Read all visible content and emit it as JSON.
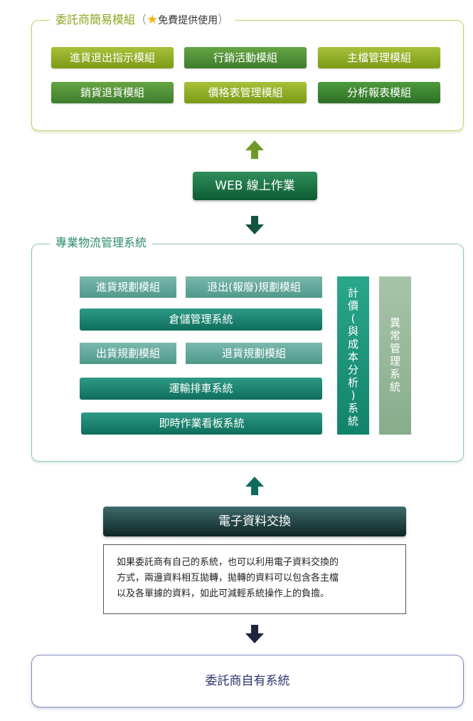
{
  "section1": {
    "title": "委託商簡易模組",
    "subtitle_open": "（",
    "subtitle": "免費提供使用",
    "subtitle_close": "）",
    "modules": [
      "進貨退出指示模組",
      "行銷活動模組",
      "主檔管理模組",
      "銷貨退貨模組",
      "價格表管理模組",
      "分析報表模組"
    ]
  },
  "web_button": "WEB 線上作業",
  "section2": {
    "title": "專業物流管理系統",
    "inbound_planning": "進貨規劃模組",
    "return_out_planning": "退出(報廢)規劃模組",
    "warehouse": "倉儲管理系統",
    "outbound_planning": "出貨規劃模組",
    "return_planning": "退貨規劃模組",
    "transport": "運輸排車系統",
    "kanban": "即時作業看板系統",
    "billing_chars": [
      "計",
      "價",
      "(",
      "與",
      "成",
      "本",
      "分",
      "析",
      ")",
      "系",
      "統"
    ],
    "exception_chars": [
      "異",
      "常",
      "管",
      "理",
      "系",
      "統"
    ]
  },
  "edi": {
    "title": "電子資料交換",
    "note_lines": [
      "如果委託商有自己的系統，也可以利用電子資料交換的",
      "方式，兩邊資料相互拋轉，拋轉的資料可以包含各主檔",
      "以及各單據的資料，如此可減輕系統操作上的負擔。"
    ]
  },
  "own_system": "委託商自有系統",
  "colors": {
    "section1_accent": "#8aa61f",
    "section2_accent": "#2a8a6a",
    "web_button": "#1a7044",
    "edi_bar": "#1f3b3b",
    "own_system": "#2a3570"
  }
}
